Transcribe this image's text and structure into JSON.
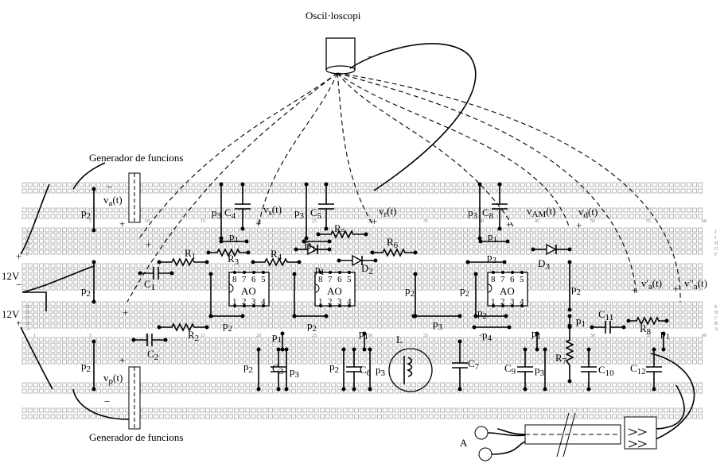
{
  "title": "Oscil·loscopi",
  "generators": {
    "top": "Generador de funcions",
    "bottom": "Generador de funcions"
  },
  "supply": {
    "upper": "12V",
    "lower": "12V"
  },
  "signals": {
    "va": "v",
    "va_sub": "a",
    "vp": "v",
    "vp_sub": "p",
    "vs": "v",
    "vs_sub": "s",
    "vr": "v",
    "vr_sub": "r",
    "vam": "v",
    "vam_sub": "AM",
    "vd": "v",
    "vd_sub": "d",
    "vpa": "v'",
    "vpa_sub": "a",
    "vppa": "v\"",
    "vppa_sub": "a",
    "t": "(t)"
  },
  "signs": {
    "plus": "+",
    "minus": "−"
  },
  "resistors": [
    "R",
    "1",
    "R",
    "2",
    "R",
    "3",
    "R",
    "4",
    "R",
    "5",
    "R",
    "6",
    "R",
    "7",
    "R",
    "8"
  ],
  "capacitors": [
    "C",
    "1",
    "C",
    "2",
    "C",
    "3",
    "C",
    "4",
    "C",
    "5",
    "C",
    "6",
    "C",
    "7",
    "C",
    "8",
    "C",
    "9",
    "C",
    "10",
    "C",
    "11",
    "C",
    "12"
  ],
  "diodes": [
    "D",
    "1",
    "D",
    "2",
    "D",
    "3"
  ],
  "inductor": "L",
  "opamp": {
    "label": "AO",
    "top_pins": [
      "8",
      "7",
      "6",
      "5"
    ],
    "bottom_pins": [
      "1",
      "2",
      "3",
      "4"
    ]
  },
  "jumpers": {
    "p": "p",
    "p1": "1",
    "p2": "2",
    "p3": "3",
    "p4": "4"
  },
  "antenna": "A",
  "board_rows": [
    "J",
    "I",
    "H",
    "G",
    "F",
    "E",
    "D",
    "C",
    "B",
    "A"
  ],
  "board_cols": [
    "1",
    "5",
    "10",
    "15",
    "20",
    "25",
    "30",
    "35",
    "40",
    "45",
    "50",
    "55",
    "60"
  ]
}
